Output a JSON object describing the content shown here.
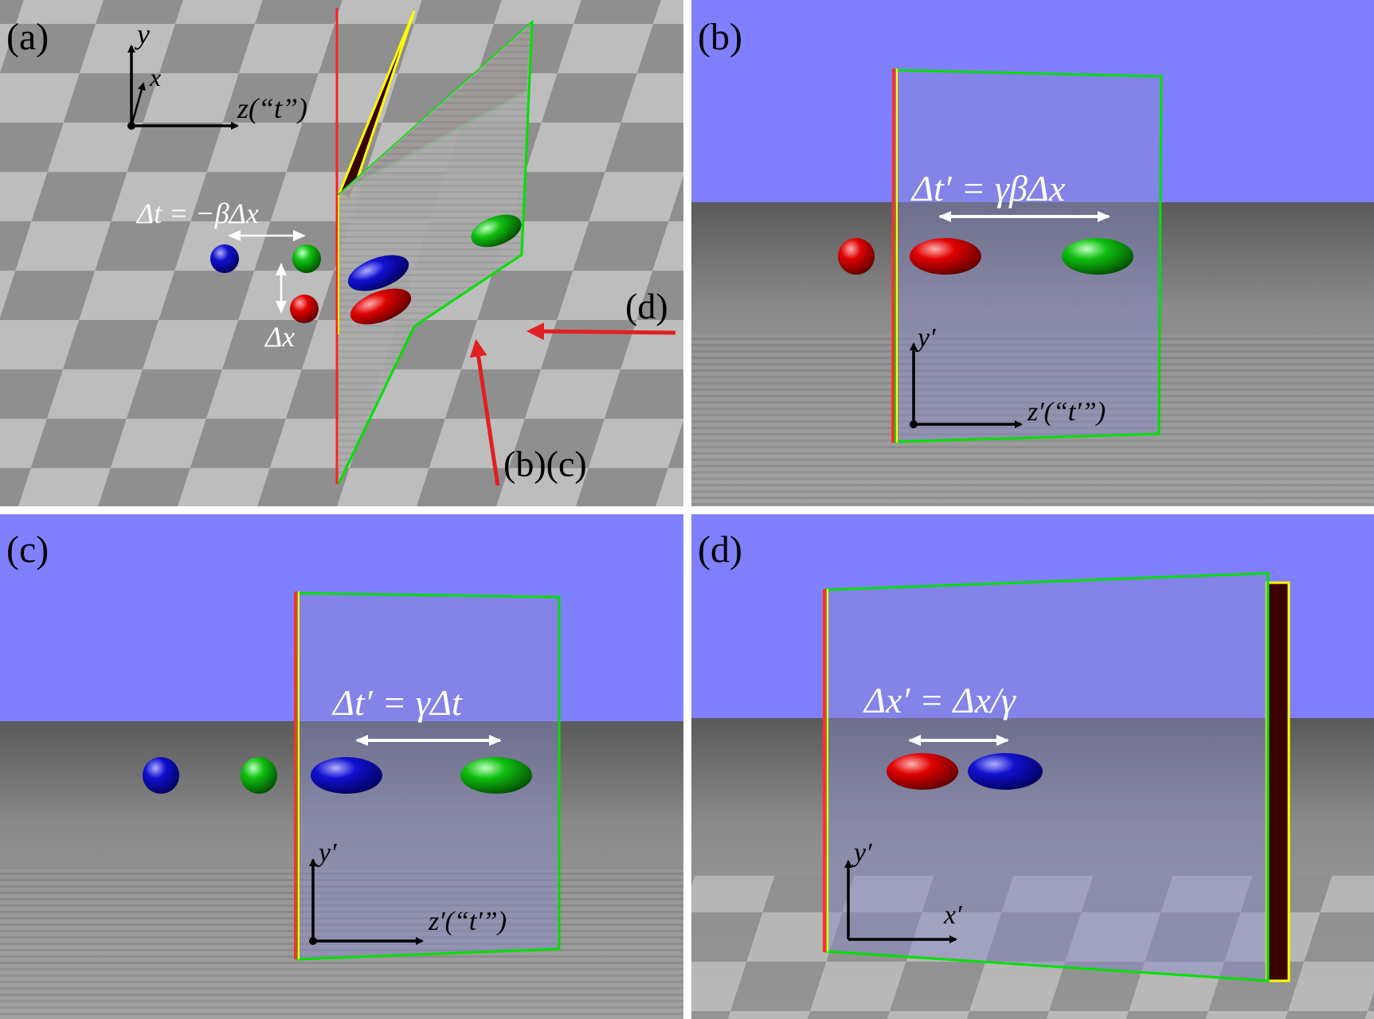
{
  "panels": {
    "a": {
      "tag": "(a)",
      "axis_y": "y",
      "axis_x": "x",
      "axis_z": "z(“t”)",
      "eq_dt": "Δt = −βΔx",
      "eq_dx": "Δx",
      "view_b_c": "(b)(c)",
      "view_d": "(d)"
    },
    "b": {
      "tag": "(b)",
      "equation": "Δt′ = γβΔx",
      "axis_y": "y′",
      "axis_z": "z′(“t′”)"
    },
    "c": {
      "tag": "(c)",
      "equation": "Δt′ = γΔt",
      "axis_y": "y′",
      "axis_z": "z′(“t′”)"
    },
    "d": {
      "tag": "(d)",
      "equation": "Δx′ = Δx/γ",
      "axis_y": "y′",
      "axis_x": "x′"
    }
  },
  "colors": {
    "sky": "#8080ff",
    "floor_light": "#bdbdbd",
    "floor_dark": "#8c8c8c",
    "red": "#e00000",
    "green": "#00c000",
    "blue": "#0000d0",
    "frame_green": "#00e000",
    "frame_yellow": "#ffff00",
    "frame_red": "#ff2020",
    "mirror_back": "#3a0000"
  }
}
